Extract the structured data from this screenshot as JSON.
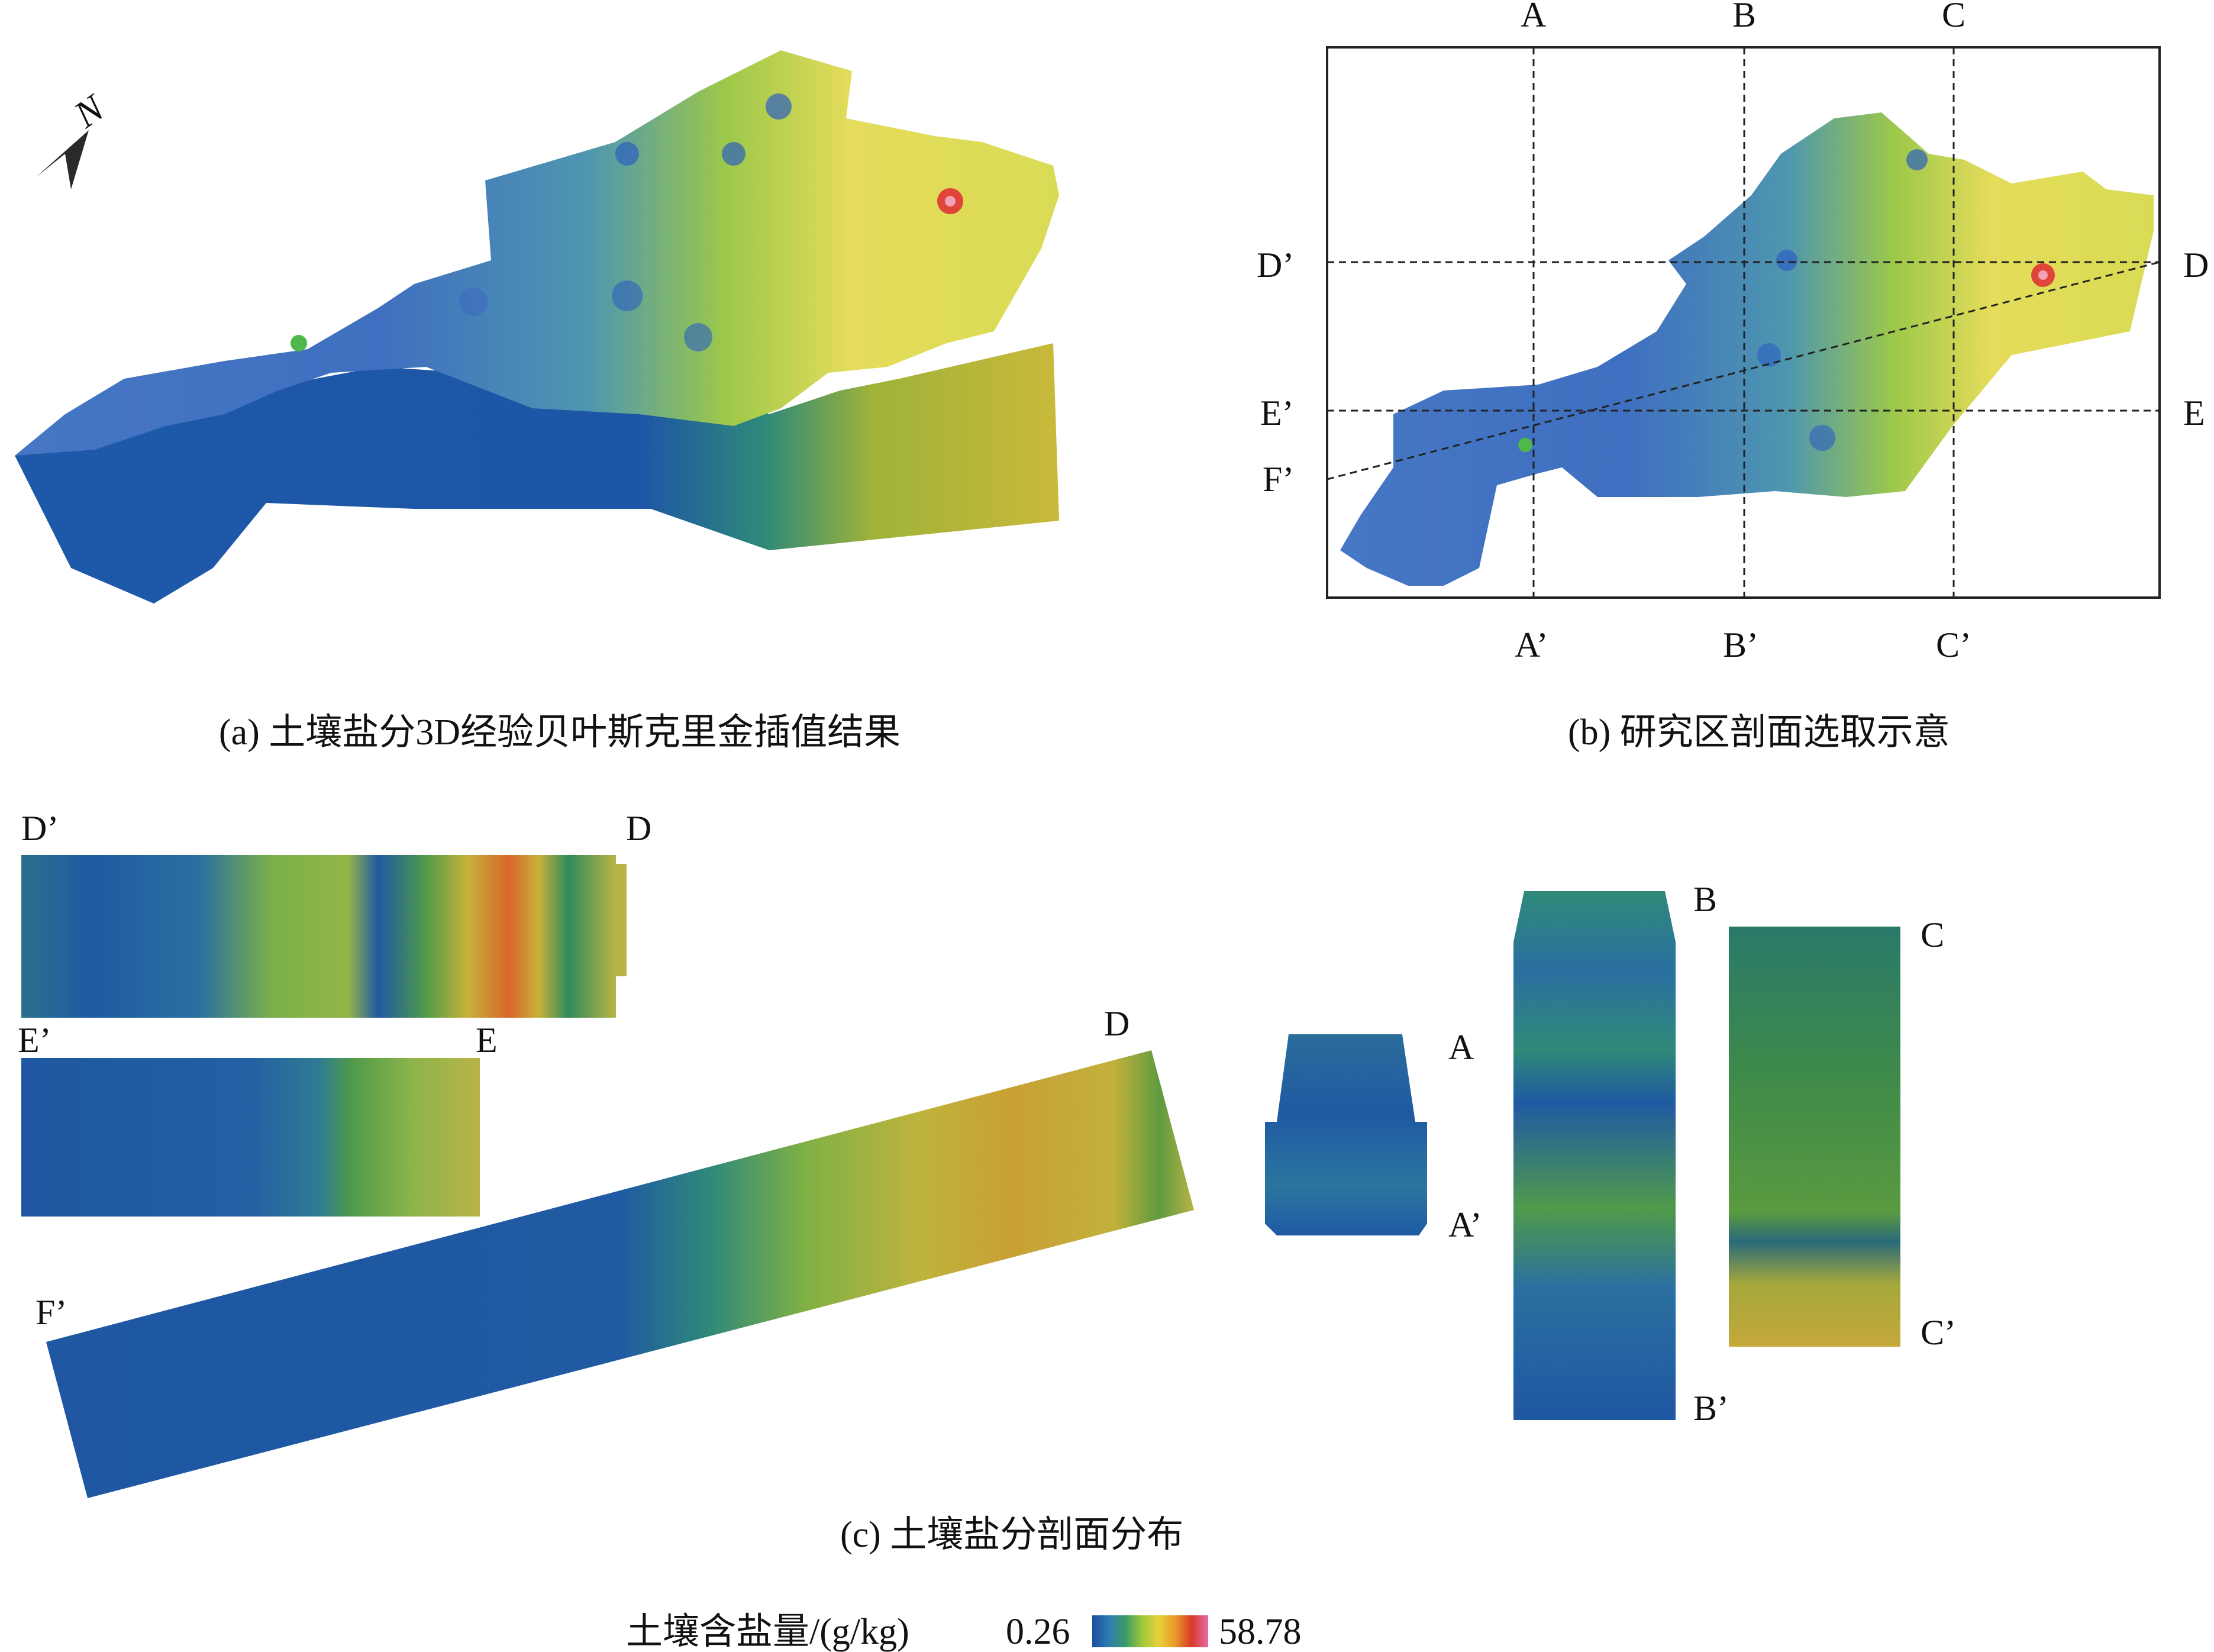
{
  "north_arrow": {
    "label": "N"
  },
  "panel_b": {
    "top_labels": [
      "A",
      "B",
      "C"
    ],
    "bottom_labels": [
      "A’",
      "B’",
      "C’"
    ],
    "left_labels": [
      "D’",
      "E’",
      "F’"
    ],
    "right_labels": [
      "D",
      "E"
    ]
  },
  "captions": {
    "a": "(a) 土壤盐分3D经验贝叶斯克里金插值结果",
    "b": "(b) 研究区剖面选取示意",
    "c": "(c) 土壤盐分剖面分布"
  },
  "sections": {
    "dd": {
      "start": "D’",
      "end": "D"
    },
    "ee": {
      "start": "E’",
      "end": "E"
    },
    "ff": {
      "start": "F’",
      "end": "D"
    },
    "aa": {
      "start": "A",
      "end": "A’"
    },
    "bb": {
      "start": "B",
      "end": "B’"
    },
    "cc": {
      "start": "C",
      "end": "C’"
    }
  },
  "legend": {
    "title": "土壤含盐量/(g/kg)",
    "min": "0.26",
    "max": "58.78",
    "colors": [
      "#1a4fa0",
      "#2d7db0",
      "#3a9a6a",
      "#9cc83a",
      "#e8d23a",
      "#e89a2a",
      "#d83a2a",
      "#e86aa8"
    ]
  }
}
